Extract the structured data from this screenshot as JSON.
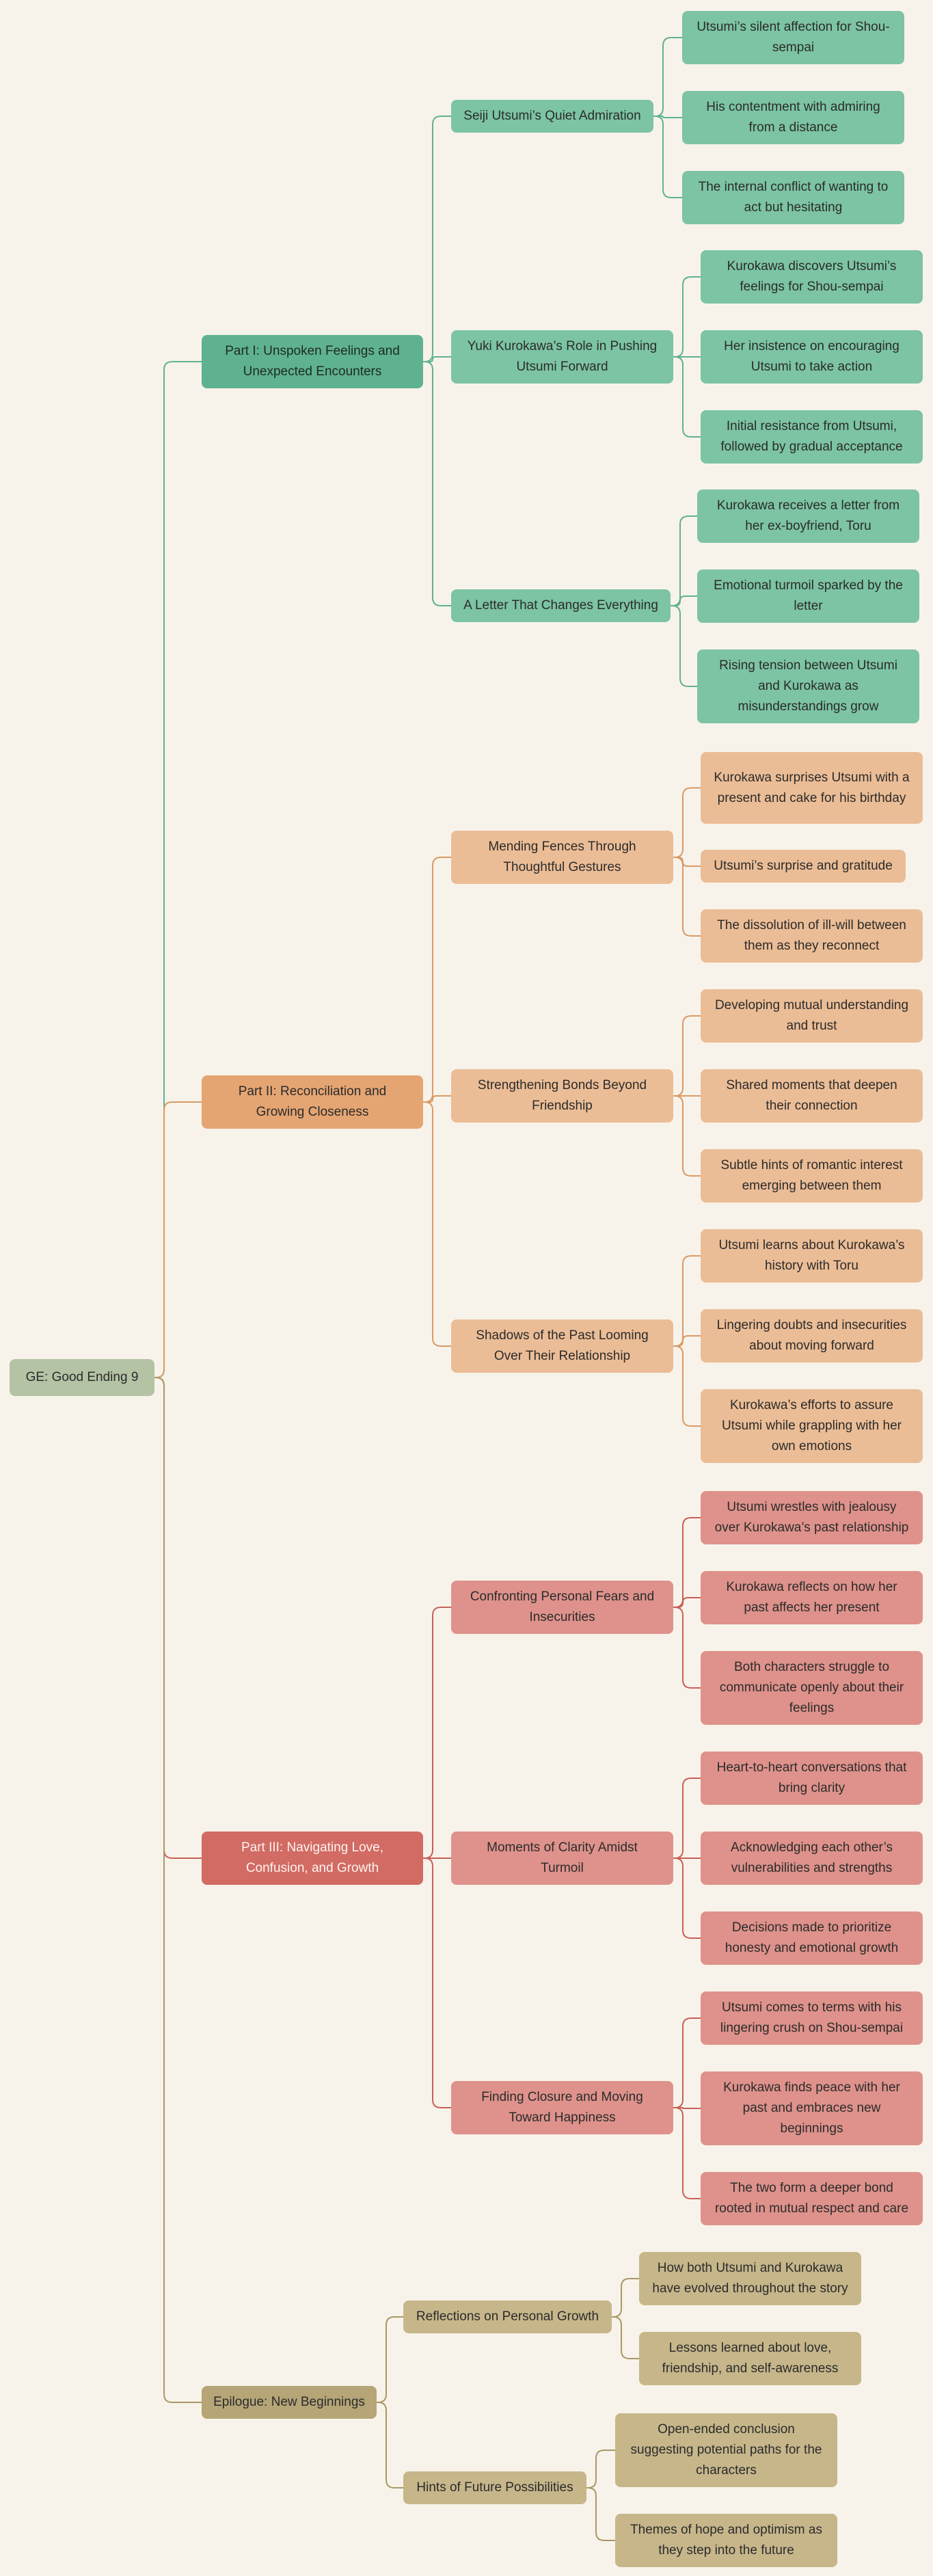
{
  "root": {
    "label": "GE: Good Ending 9"
  },
  "colors": {
    "part1": "#5fb28f",
    "part2": "#d99a66",
    "part3": "#c86058",
    "part4": "#a99865"
  },
  "parts": [
    {
      "label": "Part I: Unspoken Feelings and\nUnexpected Encounters",
      "sections": [
        {
          "label": "Seiji Utsumi’s Quiet Admiration",
          "leaves": [
            "Utsumi’s silent affection for Shou-\nsempai",
            "His contentment with admiring\nfrom a distance",
            "The internal conflict of wanting to\nact but hesitating"
          ]
        },
        {
          "label": "Yuki Kurokawa’s Role in Pushing\nUtsumi Forward",
          "leaves": [
            "Kurokawa discovers Utsumi’s\nfeelings for Shou-sempai",
            "Her insistence on encouraging\nUtsumi to take action",
            "Initial resistance from Utsumi,\nfollowed by gradual acceptance"
          ]
        },
        {
          "label": "A Letter That Changes Everything",
          "leaves": [
            "Kurokawa receives a letter from\nher ex-boyfriend, Toru",
            "Emotional turmoil sparked by the\nletter",
            "Rising tension between Utsumi\nand Kurokawa as\nmisunderstandings grow"
          ]
        }
      ]
    },
    {
      "label": "Part II: Reconciliation and\nGrowing Closeness",
      "sections": [
        {
          "label": "Mending Fences Through\nThoughtful Gestures",
          "leaves": [
            "Kurokawa surprises Utsumi with a\npresent and cake for his birthday",
            "Utsumi’s surprise and gratitude",
            "The dissolution of ill-will between\nthem as they reconnect"
          ]
        },
        {
          "label": "Strengthening Bonds Beyond\nFriendship",
          "leaves": [
            "Developing mutual understanding\nand trust",
            "Shared moments that deepen\ntheir connection",
            "Subtle hints of romantic interest\nemerging between them"
          ]
        },
        {
          "label": "Shadows of the Past Looming\nOver Their Relationship",
          "leaves": [
            "Utsumi learns about Kurokawa’s\nhistory with Toru",
            "Lingering doubts and insecurities\nabout moving forward",
            "Kurokawa’s efforts to assure\nUtsumi while grappling with her\nown emotions"
          ]
        }
      ]
    },
    {
      "label": "Part III: Navigating Love,\nConfusion, and Growth",
      "sections": [
        {
          "label": "Confronting Personal Fears and\nInsecurities",
          "leaves": [
            "Utsumi wrestles with jealousy\nover Kurokawa’s past relationship",
            "Kurokawa reflects on how her\npast affects her present",
            "Both characters struggle to\ncommunicate openly about their\nfeelings"
          ]
        },
        {
          "label": "Moments of Clarity Amidst\nTurmoil",
          "leaves": [
            "Heart-to-heart conversations that\nbring clarity",
            "Acknowledging each other’s\nvulnerabilities and strengths",
            "Decisions made to prioritize\nhonesty and emotional growth"
          ]
        },
        {
          "label": "Finding Closure and Moving\nToward Happiness",
          "leaves": [
            "Utsumi comes to terms with his\nlingering crush on Shou-sempai",
            "Kurokawa finds peace with her\npast and embraces new\nbeginnings",
            "The two form a deeper bond\nrooted in mutual respect and care"
          ]
        }
      ]
    },
    {
      "label": "Epilogue: New Beginnings",
      "sections": [
        {
          "label": "Reflections on Personal Growth",
          "leaves": [
            "How both Utsumi and Kurokawa\nhave evolved throughout the story",
            "Lessons learned about love,\nfriendship, and self-awareness"
          ]
        },
        {
          "label": "Hints of Future Possibilities",
          "leaves": [
            "Open-ended conclusion\nsuggesting potential paths for the\ncharacters",
            "Themes of hope and optimism as\nthey step into the future"
          ]
        }
      ]
    }
  ]
}
